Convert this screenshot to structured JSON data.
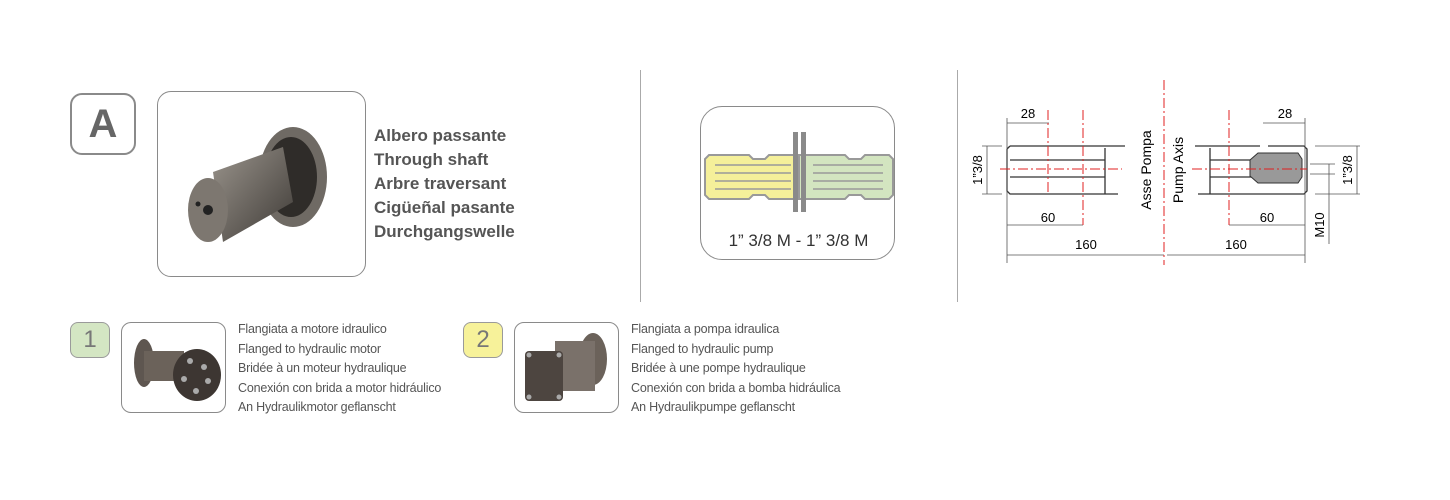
{
  "section_a": {
    "badge": "A",
    "titles": [
      "Albero passante",
      "Through shaft",
      "Arbre traversant",
      "Cigüeñal pasante",
      "Durchgangswelle"
    ]
  },
  "connector": {
    "label": "1” 3/8 M - 1” 3/8 M",
    "left_color": "#f5f09a",
    "right_color": "#d3e5c0"
  },
  "drawing": {
    "dim_28_left": "28",
    "dim_28_right": "28",
    "dim_60_left": "60",
    "dim_60_right": "60",
    "dim_160_left": "160",
    "dim_160_right": "160",
    "dia_left": "1”3/8",
    "dia_right": "1”3/8",
    "thread": "M10",
    "axis_it": "Asse Pompa",
    "axis_en": "Pump Axis"
  },
  "options": [
    {
      "badge": "1",
      "badge_color": "#d4e6c3",
      "lines": [
        "Flangiata a motore idraulico",
        "Flanged to hydraulic motor",
        "Bridée à un moteur hydraulique",
        "Conexión con brida a motor hidráulico",
        "An Hydraulikmotor geflanscht"
      ]
    },
    {
      "badge": "2",
      "badge_color": "#f7f29a",
      "lines": [
        "Flangiata a pompa idraulica",
        "Flanged to hydraulic pump",
        "Bridée à une pompe hydraulique",
        "Conexión con brida a bomba hidráulica",
        "An Hydraulikpumpe geflanscht"
      ]
    }
  ]
}
